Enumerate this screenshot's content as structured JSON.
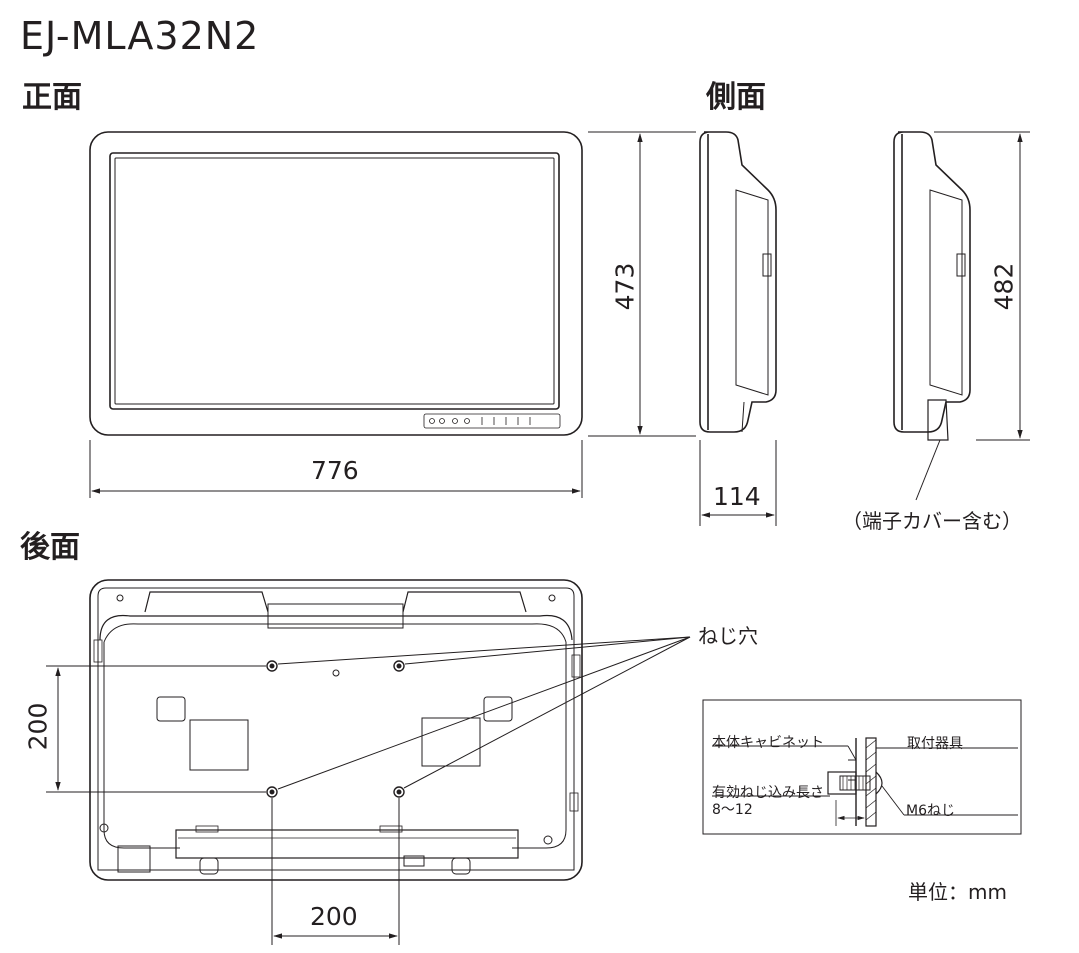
{
  "model": "EJ-MLA32N2",
  "views": {
    "front": "正面",
    "side": "側面",
    "rear": "後面"
  },
  "dimensions": {
    "width": "776",
    "height_front": "473",
    "depth": "114",
    "height_side": "482",
    "vesa_vertical": "200",
    "vesa_horizontal": "200"
  },
  "labels": {
    "terminal_cover": "（端子カバー含む）",
    "screw_holes": "ねじ穴",
    "unit": "単位：mm"
  },
  "detail": {
    "cabinet": "本体キャビネット",
    "bracket": "取付器具",
    "depth_label": "有効ねじ込み長さ",
    "depth_range": "8～12",
    "screw": "M6ねじ"
  }
}
